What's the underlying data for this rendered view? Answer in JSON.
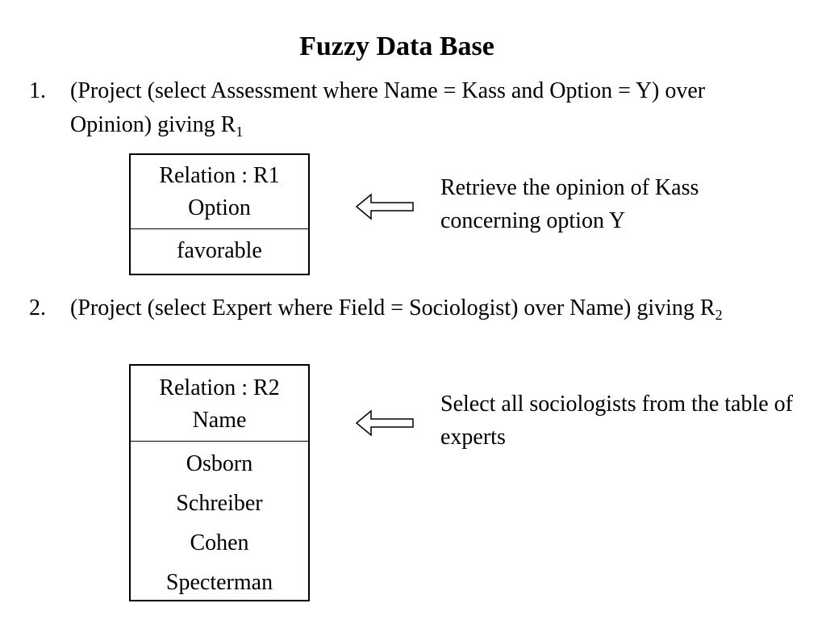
{
  "slide": {
    "title": "Fuzzy Data Base"
  },
  "steps": [
    {
      "number": "1.",
      "text": "(Project (select Assessment where Name = Kass and Option = Y) over Opinion) giving R",
      "subscript": "1",
      "relation": {
        "header_line1": "Relation : R1",
        "header_line2": "Option",
        "rows": [
          "favorable"
        ]
      },
      "note": "Retrieve the opinion of Kass concerning option Y",
      "arrow_icon": "left-arrow-icon"
    },
    {
      "number": "2.",
      "text": "(Project (select Expert where Field = Sociologist) over Name) giving R",
      "subscript": "2",
      "relation": {
        "header_line1": "Relation : R2",
        "header_line2": "Name",
        "rows": [
          "Osborn",
          "Schreiber",
          "Cohen",
          "Specterman"
        ]
      },
      "note": "Select all sociologists from the table of experts",
      "arrow_icon": "left-arrow-icon"
    }
  ]
}
